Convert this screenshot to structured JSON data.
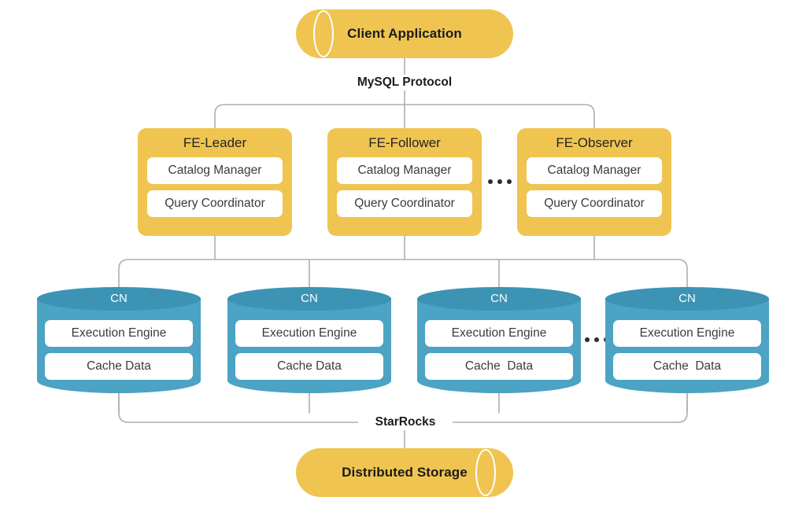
{
  "colors": {
    "yellow": "#EFC451",
    "blue_body": "#4CA3C3",
    "blue_top": "#3C93B4",
    "wire": "#AFAFAF",
    "text_dark": "#1b1b1b",
    "white": "#ffffff"
  },
  "client": {
    "label": "Client Application"
  },
  "protocol": {
    "label": "MySQL Protocol"
  },
  "frontends": [
    {
      "title": "FE-Leader",
      "modules": [
        "Catalog Manager",
        "Query Coordinator"
      ]
    },
    {
      "title": "FE-Follower",
      "modules": [
        "Catalog Manager",
        "Query Coordinator"
      ]
    },
    {
      "title": "FE-Observer",
      "modules": [
        "Catalog Manager",
        "Query Coordinator"
      ]
    }
  ],
  "fe_ellipsis": "…",
  "compute_nodes": [
    {
      "title": "CN",
      "modules": [
        "Execution Engine",
        "Cache Data"
      ]
    },
    {
      "title": "CN",
      "modules": [
        "Execution Engine",
        "Cache Data"
      ]
    },
    {
      "title": "CN",
      "modules": [
        "Execution Engine",
        "Cache  Data"
      ]
    },
    {
      "title": "CN",
      "modules": [
        "Execution Engine",
        "Cache  Data"
      ]
    }
  ],
  "cn_ellipsis": "…",
  "cluster": {
    "label": "StarRocks"
  },
  "storage": {
    "label": "Distributed Storage"
  }
}
